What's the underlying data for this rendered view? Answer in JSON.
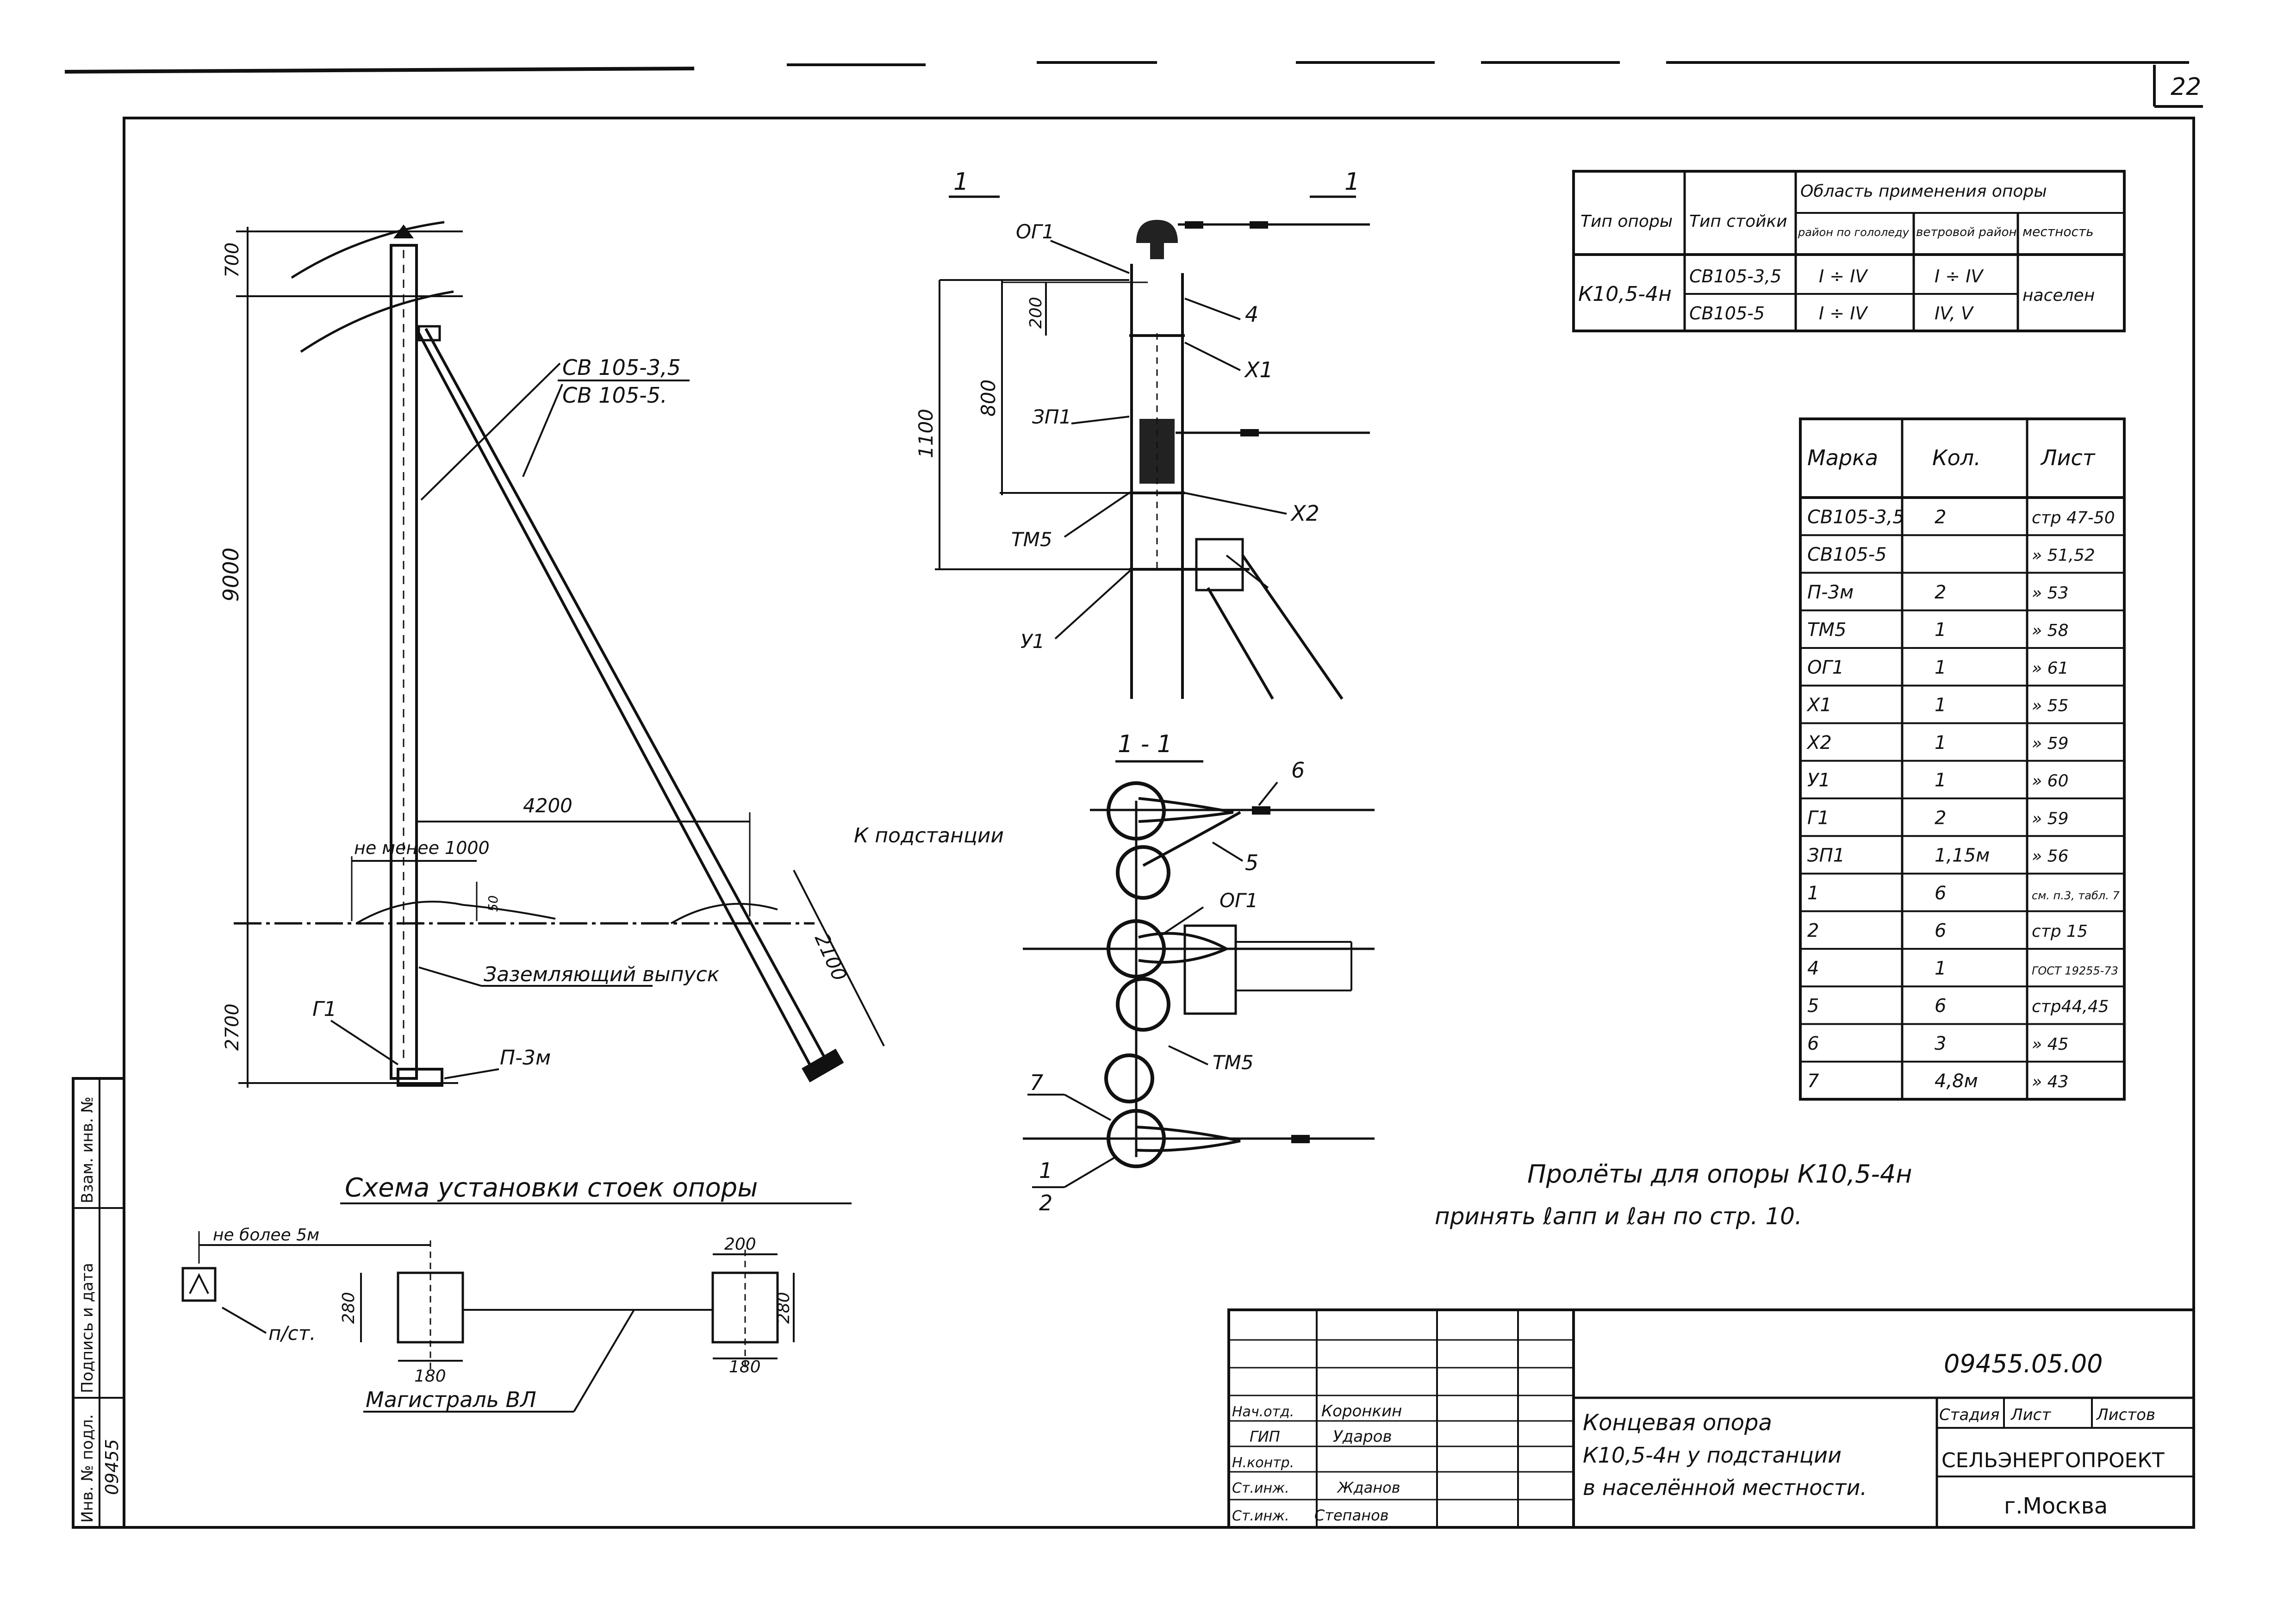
{
  "page_number": "22",
  "section_marks": {
    "left": "1",
    "right": "1",
    "cut_title": "1 - 1"
  },
  "application_table": {
    "headers": {
      "support_type": "Тип опоры",
      "pole_type": "Тип стойки",
      "application_area": "Область применения опоры",
      "ice_region": "район по гололеду",
      "wind_region": "ветровой район",
      "terrain": "местность"
    },
    "support": "К10,5-4н",
    "rows": [
      {
        "pole": "СВ105-3,5",
        "ice": "I ÷ IV",
        "wind": "I ÷ IV"
      },
      {
        "pole": "СВ105-5",
        "ice": "I ÷ IV",
        "wind": "IV, V"
      }
    ],
    "terrain_value": "населен"
  },
  "parts_table": {
    "headers": {
      "mark": "Марка",
      "qty": "Кол.",
      "sheet": "Лист"
    },
    "rows": [
      {
        "mark": "СВ105-3,5",
        "qty": "2",
        "sheet": "стр 47-50"
      },
      {
        "mark": "СВ105-5",
        "qty": "",
        "sheet": "» 51,52"
      },
      {
        "mark": "П-3м",
        "qty": "2",
        "sheet": "» 53"
      },
      {
        "mark": "ТМ5",
        "qty": "1",
        "sheet": "» 58"
      },
      {
        "mark": "ОГ1",
        "qty": "1",
        "sheet": "» 61"
      },
      {
        "mark": "Х1",
        "qty": "1",
        "sheet": "» 55"
      },
      {
        "mark": "Х2",
        "qty": "1",
        "sheet": "» 59"
      },
      {
        "mark": "У1",
        "qty": "1",
        "sheet": "» 60"
      },
      {
        "mark": "Г1",
        "qty": "2",
        "sheet": "» 59"
      },
      {
        "mark": "ЗП1",
        "qty": "1,15м",
        "sheet": "» 56"
      },
      {
        "mark": "1",
        "qty": "6",
        "sheet": "см. п.3, табл. 7"
      },
      {
        "mark": "2",
        "qty": "6",
        "sheet": "стр 15"
      },
      {
        "mark": "4",
        "qty": "1",
        "sheet": "ГОСТ 19255-73"
      },
      {
        "mark": "5",
        "qty": "6",
        "sheet": "стр44,45"
      },
      {
        "mark": "6",
        "qty": "3",
        "sheet": "» 45"
      },
      {
        "mark": "7",
        "qty": "4,8м",
        "sheet": "» 43"
      }
    ]
  },
  "main_view": {
    "pole_labels": [
      "СВ 105-3,5",
      "СВ 105-5."
    ],
    "dims": {
      "top": "700",
      "height": "9000",
      "brace_span": "4200",
      "brace_depth": "2100",
      "min_dist": "не менее 1000",
      "depth": "2700",
      "small": "50"
    },
    "grounding": "Заземляющий выпуск",
    "marks": {
      "g1": "Г1",
      "p3": "П-3м"
    }
  },
  "detail_view": {
    "dims": {
      "d200": "200",
      "d800": "800",
      "d1100": "1100"
    },
    "labels": {
      "og1": "ОГ1",
      "zp1": "ЗП1",
      "tm5": "ТМ5",
      "u1": "У1",
      "n4": "4",
      "x1": "Х1",
      "x2": "Х2"
    }
  },
  "section_view": {
    "to_substation": "К подстанции",
    "labels": {
      "n6": "6",
      "n5": "5",
      "og1": "ОГ1",
      "tm5": "ТМ5",
      "n7": "7",
      "n1": "1",
      "n2": "2"
    }
  },
  "layout_scheme": {
    "title": "Схема установки стоек опоры",
    "dist": "не более 5м",
    "dims": {
      "w200": "200",
      "w180a": "180",
      "w180b": "180",
      "h280a": "280",
      "h280b": "280"
    },
    "trunk": "Магистраль ВЛ",
    "substation_mark": "п/ст."
  },
  "note": {
    "line1": "Пролёты для опоры К10,5-4н",
    "line2": "принять ℓапп и ℓан по стр. 10."
  },
  "title_block": {
    "doc_code": "09455.05.00",
    "staff": [
      {
        "role": "Нач.отд.",
        "name": "Коронкин"
      },
      {
        "role": "ГИП",
        "name": "Ударов"
      },
      {
        "role": "Н.контр.",
        "name": ""
      },
      {
        "role": "Ст.инж.",
        "name": "Жданов"
      },
      {
        "role": "Ст.инж.",
        "name": "Степанов"
      }
    ],
    "title_lines": [
      "Концевая опора",
      "К10,5-4н у подстанции",
      "в населённой местности."
    ],
    "stage_header": "Стадия",
    "sheet_header": "Лист",
    "sheets_header": "Листов",
    "org": "СЕЛЬЭНЕРГОПРОЕКТ",
    "city": "г.Москва"
  },
  "side_stamp": {
    "labels": [
      "Инв. № подл.",
      "Подпись и дата",
      "Взам. инв. №"
    ],
    "inv_value": "09455"
  }
}
